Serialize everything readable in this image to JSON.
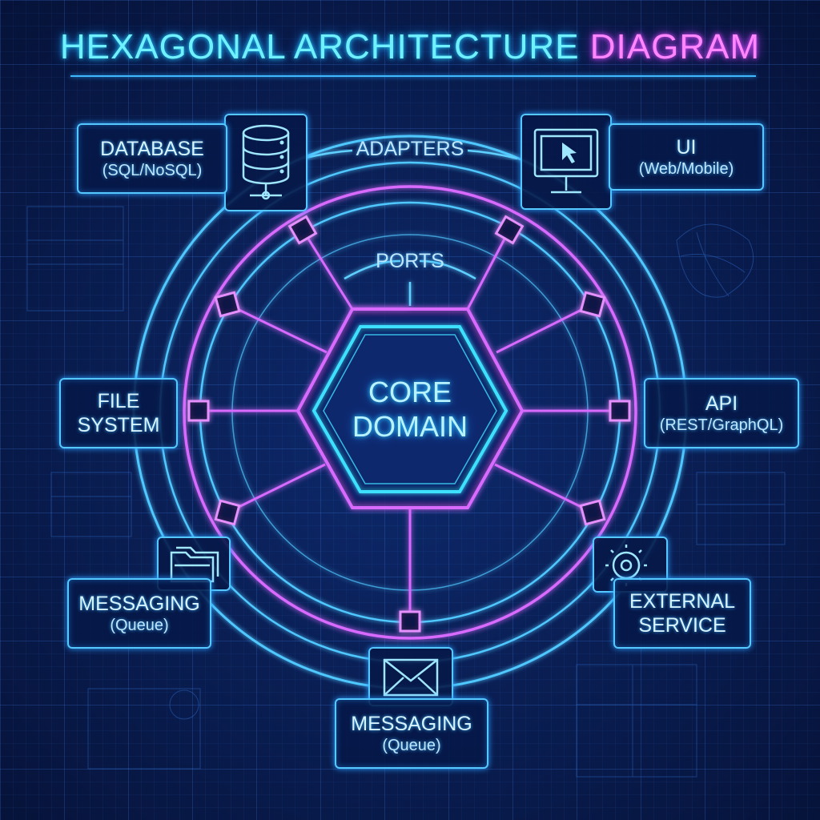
{
  "title": {
    "part1": "HEXAGONAL ARCHITECTURE",
    "part2": "DIAGRAM"
  },
  "labels": {
    "adapters": "ADAPTERS",
    "ports": "PORTS"
  },
  "core": {
    "line1": "CORE",
    "line2": "DOMAIN"
  },
  "adapters": [
    {
      "id": "database",
      "line1": "DATABASE",
      "line2": "(SQL/NoSQL)",
      "icon": "database-icon"
    },
    {
      "id": "ui",
      "line1": "UI",
      "line2": "(Web/Mobile)",
      "icon": "monitor-icon"
    },
    {
      "id": "file-system",
      "line1": "FILE",
      "line2": "SYSTEM",
      "icon": ""
    },
    {
      "id": "api",
      "line1": "API",
      "line2": "(REST/GraphQL)",
      "icon": ""
    },
    {
      "id": "messaging-left",
      "line1": "MESSAGING",
      "line2": "(Queue)",
      "icon": "folder-icon"
    },
    {
      "id": "external-service",
      "line1": "EXTERNAL",
      "line2": "SERVICE",
      "icon": "gear-icon"
    },
    {
      "id": "messaging-bottom",
      "line1": "MESSAGING",
      "line2": "(Queue)",
      "icon": "envelope-icon"
    }
  ],
  "colors": {
    "cyan": "#4fc8ff",
    "magenta": "#d86bff",
    "core": "#3ee0ff",
    "background": "#0a1f55"
  }
}
